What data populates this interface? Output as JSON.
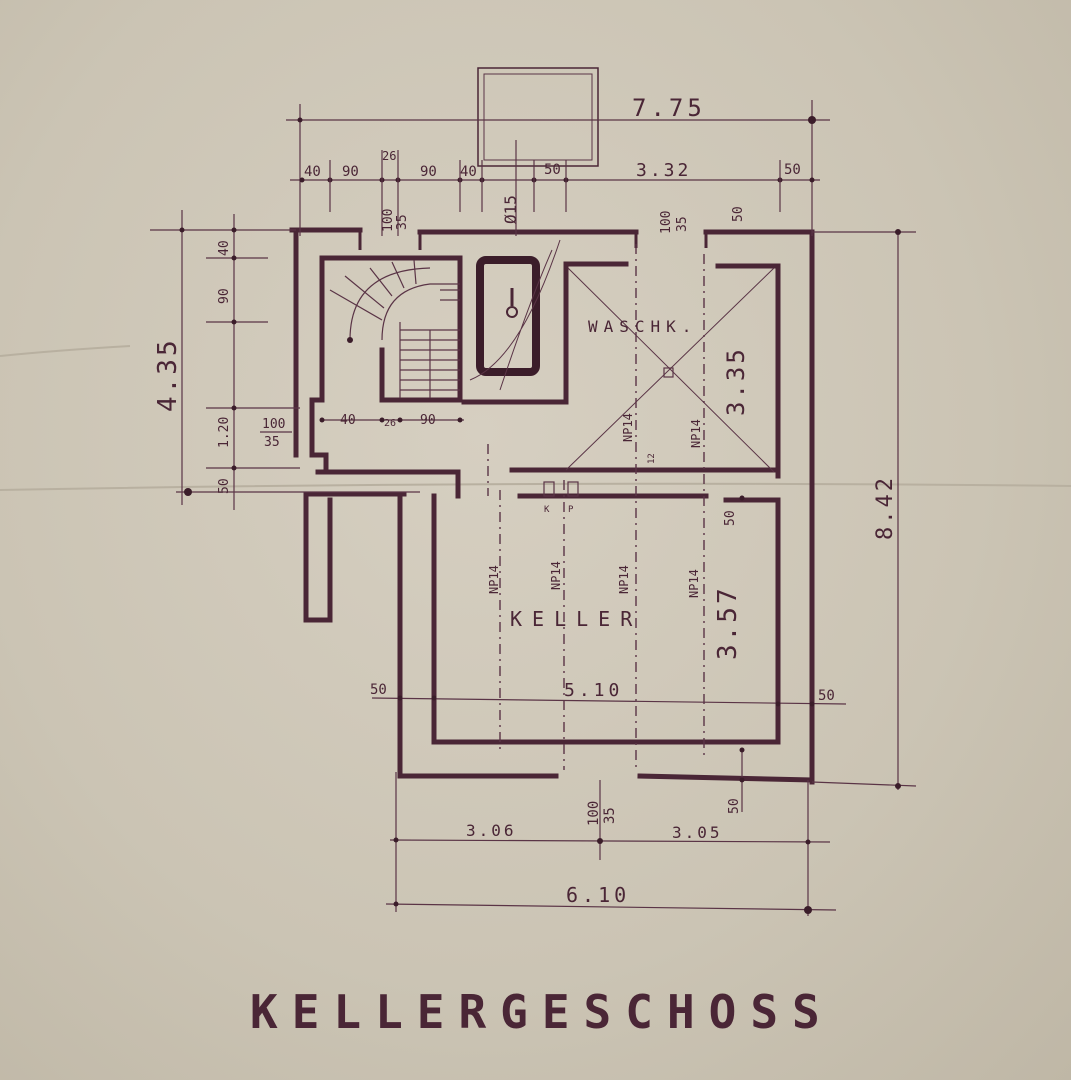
{
  "title": "KELLERGESCHOSS",
  "rooms": {
    "washroom": "WASCHK.",
    "cellar": "KELLER"
  },
  "dimensions": {
    "top_overall": "7.75",
    "top_right": "3.32",
    "top_row": [
      "40",
      "90",
      "26",
      "90",
      "40",
      "50",
      "50"
    ],
    "chimney": "Ø15",
    "stair_opening": [
      "100",
      "35"
    ],
    "right_opening": [
      "100",
      "35"
    ],
    "right_wall": "50",
    "left_height": "4.35",
    "left_parts": [
      "40",
      "90",
      "1.20",
      "50"
    ],
    "stair_bottom": [
      "40",
      "26",
      "90"
    ],
    "door_left": [
      "100",
      "35"
    ],
    "wash_height": "3.35",
    "cellar_width": "5.10",
    "cellar_height": "3.57",
    "cellar_wall_left": "50",
    "cellar_wall_right": "50",
    "cellar_wall_inner": "50",
    "right_height": "8.42",
    "bottom_door": [
      "100",
      "35"
    ],
    "bottom_wall": "50",
    "bottom_left": "3.06",
    "bottom_right": "3.05",
    "bottom_overall": "6.10",
    "joists": [
      "NP14",
      "NP14",
      "NP14",
      "NP14",
      "NP14",
      "NP14"
    ],
    "small_marks": [
      "K",
      "P",
      "12"
    ]
  },
  "colors": {
    "ink": "#4a2636",
    "paper": "#cfc8b9"
  }
}
